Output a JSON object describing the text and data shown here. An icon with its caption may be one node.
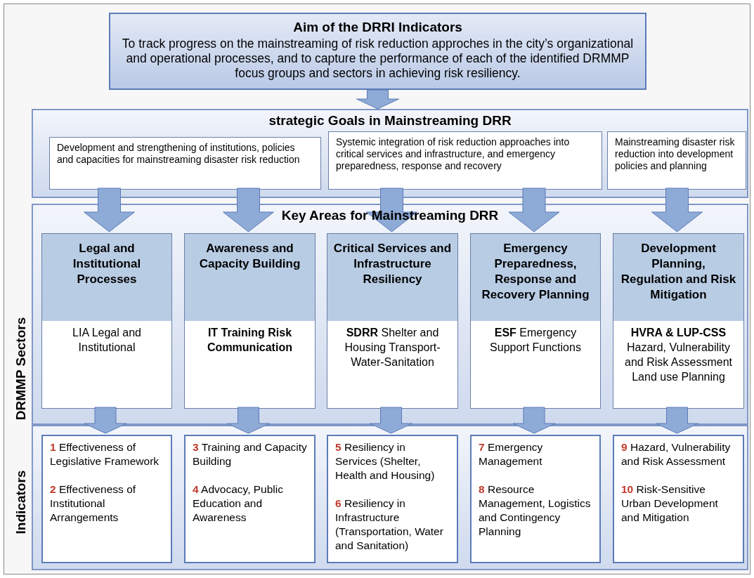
{
  "diagram": {
    "nodes": [
      {
        "text": [
          "Aim of the DRRI Indicators",
          "To track progress on the mainstreaming of risk reduction approches in the city’s organizational and operational processes, and to capture the performance of each of the identified DRMMP focus groups and sectors in achieving risk resiliency."
        ]
      },
      {
        "text": [
          "strategic Goals in Mainstreaming DRR"
        ]
      },
      {
        "text": [
          "Development and strengthening of institutions, policies and capacities for mainstreaming disaster risk reduction"
        ],
        "in": 1
      },
      {
        "text": [
          "Systemic integration of risk reduction approaches into critical services and infrastructure, and emergency preparedness, response and recovery"
        ],
        "in": 1
      },
      {
        "text": [
          "Mainstreaming disaster risk reduction into development policies and planning"
        ],
        "in": 1
      },
      {
        "text": [
          "Key Areas for Mainstreaming DRR"
        ]
      },
      {
        "text": [
          "Legal and Institutional Processes",
          "LIA Legal and Institutional"
        ],
        "in": 5
      },
      {
        "text": [
          "Awareness and Capacity Building",
          "IT Training Risk Communication"
        ],
        "in": 5
      },
      {
        "text": [
          "Critical Services and Infrastructure Resiliency",
          "**SDRR** Shelter and Housing Transport-Water-Sanitation"
        ],
        "in": 5
      },
      {
        "text": [
          "Emergency Preparedness, Response and Recovery Planning",
          "**ESF** Emergency Support Functions"
        ],
        "in": 5
      },
      {
        "text": [
          "Development Planning, Regulation and Risk Mitigation",
          "**HVRA & LUP-CSS** Hazard, Vulnerability and Risk Assessment Land use Planning"
        ],
        "in": 5
      },
      {
        "text": [],
        "shape": "box"
      },
      {
        "text": [
          "**1** Effectiveness of Legislative Framework",
          "**2** Effectiveness of Institutional Arrangements"
        ],
        "in": 11
      },
      {
        "text": [
          "**3** Training and Capacity Building",
          "**4** Advocacy, Public Education and Awareness"
        ],
        "in": 11
      },
      {
        "text": [
          "**5** Resiliency in Services (Shelter, Health and Housing)",
          "**6** Resiliency in Infrastructure (Transportation, Water and Sanitation)"
        ],
        "in": 11
      },
      {
        "text": [
          "**7** Emergency Management",
          "**8** Resource Management, Logistics and Contingency Planning"
        ],
        "in": 11
      },
      {
        "text": [
          "**9** Hazard, Vulnerability and Risk Assessment",
          "**10** Risk-Sensitive Urban Development and Mitigation"
        ],
        "in": 11
      }
    ],
    "edges": [
      {
        "from": 0,
        "to": 1,
        "arrow": "to"
      },
      {
        "from": 2,
        "to": 6,
        "arrow": "to"
      },
      {
        "from": 2,
        "to": 7,
        "arrow": "to"
      },
      {
        "from": 3,
        "to": 8,
        "arrow": "to"
      },
      {
        "from": 3,
        "to": 9,
        "arrow": "to"
      },
      {
        "from": 4,
        "to": 10,
        "arrow": "to"
      },
      {
        "from": 6,
        "to": 12,
        "arrow": "to"
      },
      {
        "from": 7,
        "to": 13,
        "arrow": "to"
      },
      {
        "from": 8,
        "to": 14,
        "arrow": "to"
      },
      {
        "from": 9,
        "to": 15,
        "arrow": "to"
      },
      {
        "from": 10,
        "to": 16,
        "arrow": "to"
      }
    ],
    "labels": [
      "DRMMP Sectors",
      "Indicators"
    ]
  }
}
